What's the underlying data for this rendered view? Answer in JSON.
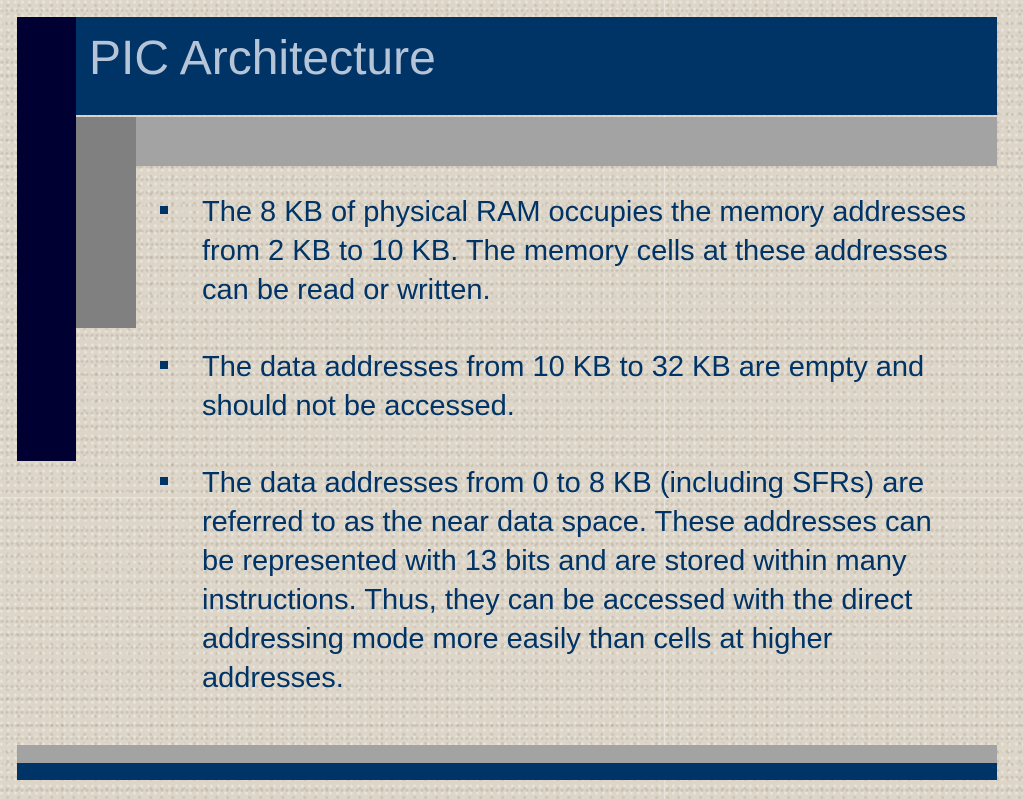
{
  "slide": {
    "title": "PIC Architecture",
    "bullets": [
      "The 8 KB of physical RAM occupies the memory addresses from 2 KB to 10 KB.  The memory cells at these addresses can be read or written.",
      "The data addresses from 10 KB to 32 KB are empty and should not be accessed.",
      "The data addresses from 0 to 8 KB (including SFRs) are referred to as the near data space. These addresses can be represented with 13 bits and are stored within many instructions. Thus, they can be accessed with the direct addressing mode more easily than cells at higher addresses."
    ]
  },
  "colors": {
    "header": "#003366",
    "left_bar": "#000033",
    "accent_gray": "#a3a3a3",
    "title_text": "#b5c4d6",
    "body_text": "#003366"
  }
}
